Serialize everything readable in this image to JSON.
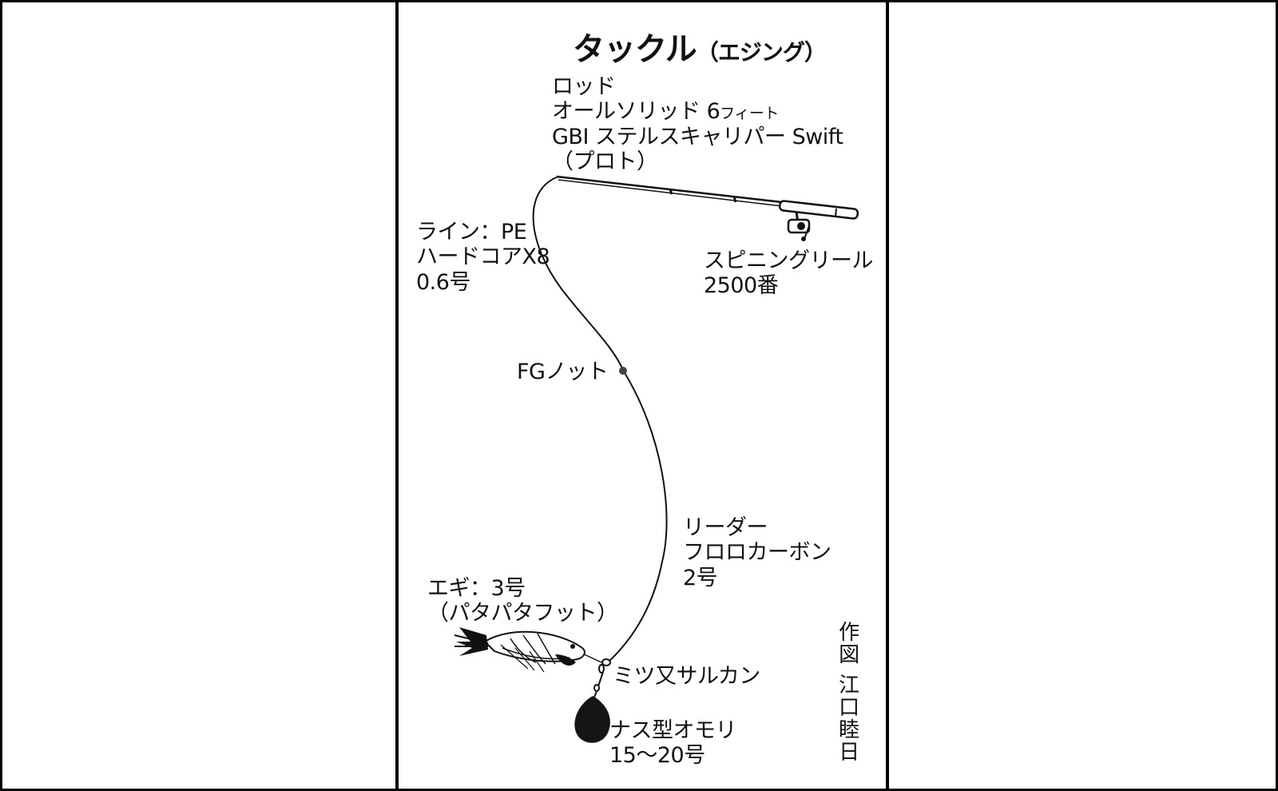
{
  "title": {
    "main": "タックル",
    "sub": "（エジング）"
  },
  "rod": {
    "heading": "ロッド",
    "line1_main": "オールソリッド 6",
    "line1_small": "フィート",
    "line2": "GBI ステルスキャリパー Swift",
    "line3": "（プロト）"
  },
  "reel": {
    "line1": "スピニングリール",
    "line2": "2500番"
  },
  "main_line": {
    "line1": "ライン：PE",
    "line2": "ハードコアX8",
    "line3": "0.6号"
  },
  "knot": {
    "label": "FGノット"
  },
  "leader": {
    "line1": "リーダー",
    "line2": "フロロカーボン",
    "line3": "2号"
  },
  "egi": {
    "line1": "エギ：3号",
    "line2": "（パタパタフット）"
  },
  "swivel": {
    "label": "ミツ又サルカン"
  },
  "sinker": {
    "line1": "ナス型オモリ",
    "line2": "15～20号"
  },
  "credit": {
    "line1": "作図",
    "line2": "江口睦日"
  },
  "colors": {
    "ink": "#111111",
    "frame": "#000000",
    "background": "#ffffff"
  }
}
